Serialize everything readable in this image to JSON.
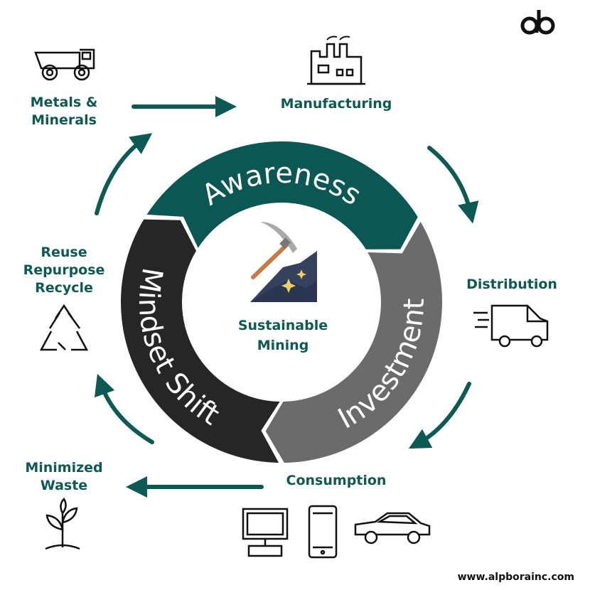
{
  "logo": "ab",
  "center": {
    "line1": "Sustainable",
    "line2": "Mining"
  },
  "ring": [
    {
      "label": "Awareness",
      "color": "#0a5753"
    },
    {
      "label": "Investment",
      "color": "#6b6b6b"
    },
    {
      "label": "Mindset Shift",
      "color": "#262626"
    }
  ],
  "stages": {
    "metals": {
      "line1": "Metals &",
      "line2": "Minerals",
      "icon": "mining-truck-icon"
    },
    "manufacturing": {
      "line1": "Manufacturing",
      "icon": "factory-icon"
    },
    "distribution": {
      "line1": "Distribution",
      "icon": "delivery-van-icon"
    },
    "consumption": {
      "line1": "Consumption",
      "icons": [
        "computer-icon",
        "phone-icon",
        "car-icon"
      ]
    },
    "waste": {
      "line1": "Minimized",
      "line2": "Waste",
      "icon": "plant-icon"
    },
    "recycle": {
      "line1": "Reuse",
      "line2": "Repurpose",
      "line3": "Recycle",
      "icon": "recycle-icon"
    }
  },
  "accent": "#0d5a55",
  "website": "www.alpborainc.com"
}
